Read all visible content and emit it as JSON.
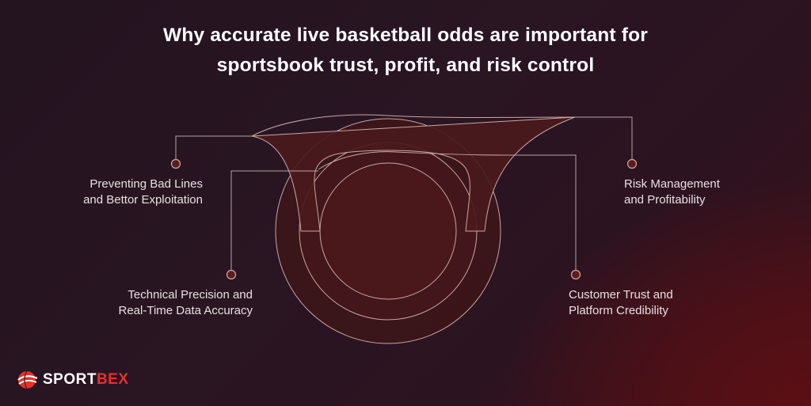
{
  "title": {
    "line1": "Why accurate live basketball odds are important for",
    "line2": "sportsbook trust, profit, and risk control"
  },
  "labels": {
    "bad_lines": {
      "line1": "Preventing Bad Lines",
      "line2": "and Bettor Exploitation"
    },
    "technical": {
      "line1": "Technical Precision and",
      "line2": "Real-Time Data Accuracy"
    },
    "risk": {
      "line1": "Risk Management",
      "line2": "and Profitability"
    },
    "trust": {
      "line1": "Customer Trust and",
      "line2": "Platform Credibility"
    }
  },
  "logo": {
    "part1": "SPORT",
    "part2": "BEX"
  },
  "colors": {
    "accent": "#e2332c",
    "shape_fill": "#3d1518",
    "line": "#b4a2a6"
  }
}
